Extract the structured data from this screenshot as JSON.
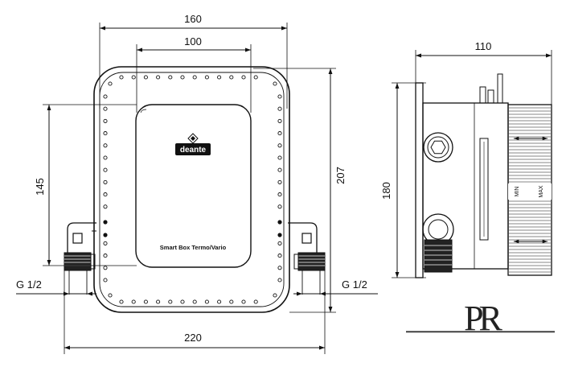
{
  "drawing": {
    "front_view": {
      "dims": {
        "outer_width": "160",
        "inner_width": "100",
        "inner_height": "145",
        "outer_height": "207",
        "total_width": "220",
        "connection_left": "G 1/2",
        "connection_right": "G 1/2"
      },
      "brand": "deante",
      "product": "Smart Box Termo/Vario"
    },
    "side_view": {
      "dims": {
        "depth": "110",
        "height": "180"
      },
      "mark_min": "MIN",
      "mark_max": "MAX"
    },
    "logo_letters": "PR",
    "colors": {
      "line": "#111111",
      "background": "#ffffff"
    }
  }
}
